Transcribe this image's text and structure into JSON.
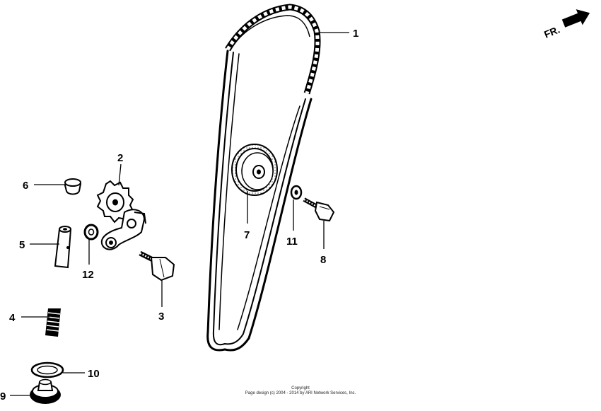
{
  "diagram": {
    "fr_label": "FR.",
    "callouts": {
      "c1": "1",
      "c2": "2",
      "c3": "3",
      "c4": "4",
      "c5": "5",
      "c6": "6",
      "c7": "7",
      "c8": "8",
      "c9": "9",
      "c10": "10",
      "c11": "11",
      "c12": "12"
    }
  },
  "footer": {
    "line1": "Copyright",
    "line2": "Page design (c) 2004 - 2014 by ARI Network Services, Inc."
  }
}
